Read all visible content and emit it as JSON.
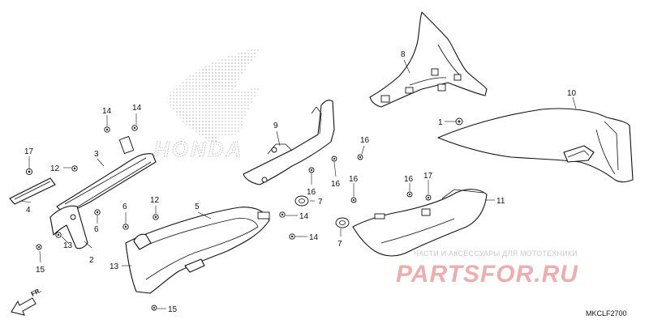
{
  "brand_watermark": "HONDA",
  "diagram_code": "MKCLF2700",
  "front_indicator": "FR.",
  "watermark": {
    "tagline": "ЧАСТИ И АКСЕССУАРЫ ДЛЯ МОТОТЕХНИКИ",
    "site": "PARTSFOR.RU"
  },
  "colors": {
    "line": "#111111",
    "watermark_red": "#e9a0a0",
    "logo_dots": "#b0b0b0"
  },
  "callouts": [
    "1",
    "2",
    "3",
    "4",
    "5",
    "6",
    "6",
    "7",
    "7",
    "8",
    "9",
    "10",
    "11",
    "12",
    "12",
    "13",
    "13",
    "14",
    "14",
    "14",
    "14",
    "15",
    "15",
    "16",
    "16",
    "16",
    "16",
    "16",
    "17"
  ]
}
